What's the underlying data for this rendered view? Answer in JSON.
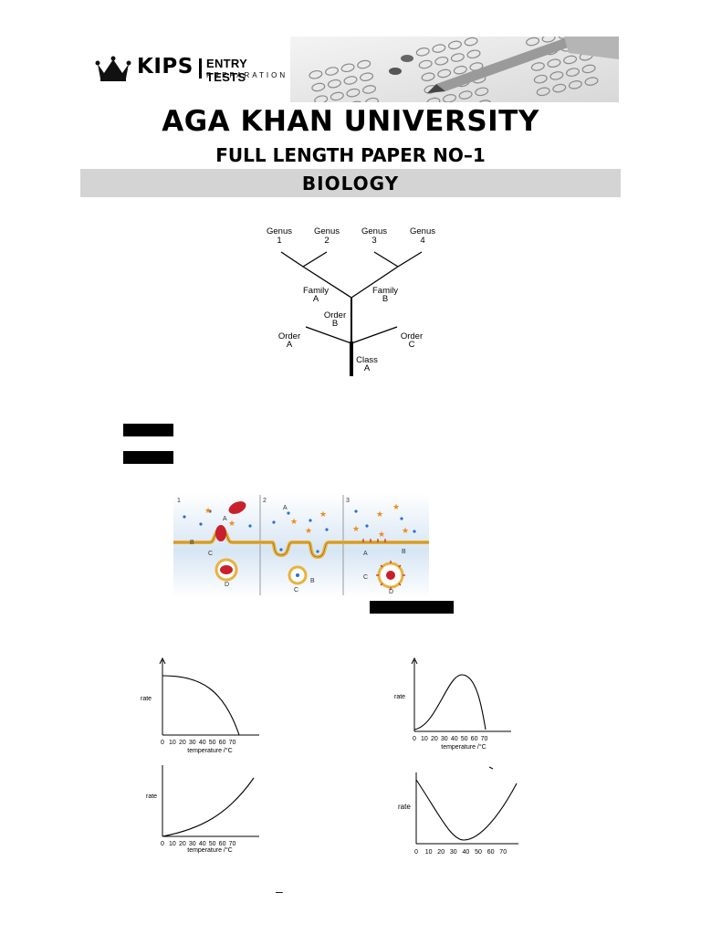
{
  "header": {
    "logo_brand": "KIPS",
    "logo_line1": "ENTRY TESTS",
    "logo_line2": "PREPARATION",
    "title": "AGA KHAN UNIVERSITY",
    "subtitle": "FULL LENGTH PAPER NO–1",
    "subject": "BIOLOGY"
  },
  "tree": {
    "genus": [
      {
        "name": "Genus",
        "num": "1"
      },
      {
        "name": "Genus",
        "num": "2"
      },
      {
        "name": "Genus",
        "num": "3"
      },
      {
        "name": "Genus",
        "num": "4"
      }
    ],
    "family_a": {
      "name": "Family",
      "letter": "A"
    },
    "family_b": {
      "name": "Family",
      "letter": "B"
    },
    "order_a": {
      "name": "Order",
      "letter": "A"
    },
    "order_b": {
      "name": "Order",
      "letter": "B"
    },
    "order_c": {
      "name": "Order",
      "letter": "C"
    },
    "class_a": {
      "name": "Class",
      "letter": "A"
    }
  },
  "endocytosis": {
    "panels": [
      "1",
      "2",
      "3"
    ],
    "p1": {
      "a": "A",
      "b": "B",
      "c": "C",
      "d": "D"
    },
    "p2": {
      "a": "A",
      "b": "B",
      "c": "C"
    },
    "p3": {
      "a": "A",
      "b": "B",
      "c": "C",
      "d": "D"
    },
    "colors": {
      "membrane": "#e8b23c",
      "cell": "#c8202c",
      "dot": "#2a6fd1",
      "star": "#f08a1c"
    }
  },
  "graphs": {
    "ylabel": "rate",
    "xlabel": "temperature /°C",
    "ticks": [
      "0",
      "10",
      "20",
      "30",
      "40",
      "50",
      "60",
      "70"
    ]
  },
  "footer": {
    "dash": "–"
  }
}
